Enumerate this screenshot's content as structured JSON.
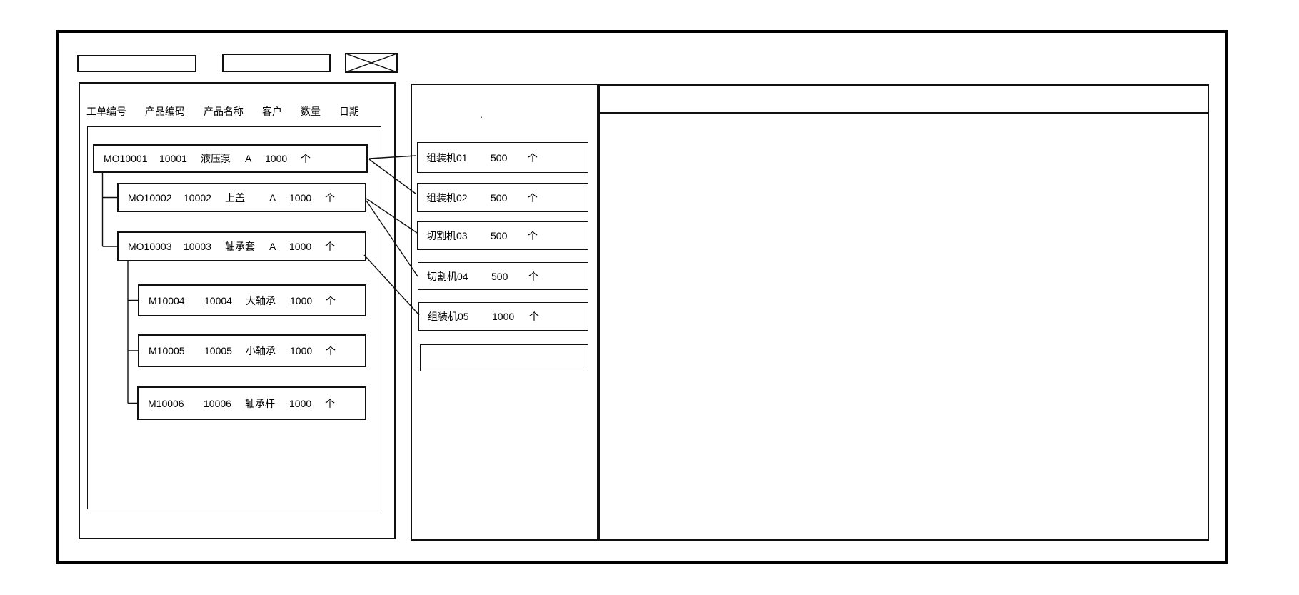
{
  "colors": {
    "line": "#000000",
    "background": "#ffffff",
    "text": "#000000"
  },
  "toolbar": {
    "input1": {
      "value": ""
    },
    "input2": {
      "value": ""
    },
    "placeholder_icon": "crossed-box-image-placeholder"
  },
  "orders_panel": {
    "columns": [
      "工单编号",
      "产品编码",
      "产品名称",
      "客户",
      "数量",
      "日期"
    ],
    "rows": [
      {
        "cells": [
          "MO10001",
          "10001",
          "液压泵",
          "A",
          "1000",
          "个"
        ]
      },
      {
        "cells": [
          "MO10002",
          "10002",
          "上盖",
          "A",
          "1000",
          "个"
        ]
      },
      {
        "cells": [
          "MO10003",
          "10003",
          "轴承套",
          "A",
          "1000",
          "个"
        ]
      },
      {
        "cells": [
          "M10004",
          "10004",
          "大轴承",
          "",
          "1000",
          "个"
        ]
      },
      {
        "cells": [
          "M10005",
          "10005",
          "小轴承",
          "",
          "1000",
          "个"
        ]
      },
      {
        "cells": [
          "M10006",
          "10006",
          "轴承杆",
          "",
          "1000",
          "个"
        ]
      }
    ]
  },
  "machines_panel": {
    "dot": ".",
    "items": [
      {
        "name": "组装机01",
        "qty": "500",
        "unit": "个"
      },
      {
        "name": "组装机02",
        "qty": "500",
        "unit": "个"
      },
      {
        "name": "切割机03",
        "qty": "500",
        "unit": "个"
      },
      {
        "name": "切割机04",
        "qty": "500",
        "unit": "个"
      },
      {
        "name": "组装机05",
        "qty": "1000",
        "unit": "个"
      },
      {
        "name": "",
        "qty": "",
        "unit": ""
      }
    ]
  },
  "schedule_panel": {}
}
